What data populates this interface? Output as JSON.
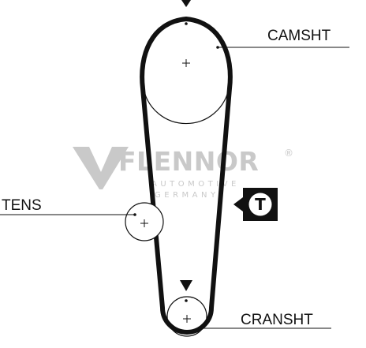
{
  "labels": {
    "camshaft": "CAMSHT",
    "tensioner": "TENS",
    "crankshaft": "CRANSHT"
  },
  "tension_marker": "T",
  "watermark": {
    "brand": "FLENNOR",
    "registered": "®",
    "tagline_line1": "AUTOMOTIVE",
    "tagline_line2": "GERMANY"
  },
  "colors": {
    "belt": "#111111",
    "watermark": "#c9c9c9"
  }
}
